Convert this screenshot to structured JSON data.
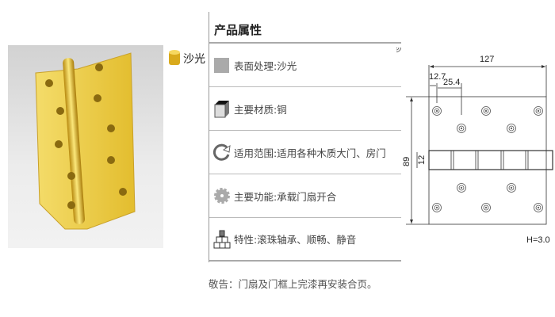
{
  "product": {
    "finish_swatch_label": "沙光"
  },
  "attributes": {
    "title": "产品属性",
    "rows": [
      {
        "icon": "color-swatch-icon",
        "text": "表面处理:沙光"
      },
      {
        "icon": "cube-icon",
        "text": "主要材质:铜"
      },
      {
        "icon": "rotate-arrow-icon",
        "text": "适用范围:适用各种木质大门、房门"
      },
      {
        "icon": "gear-icon",
        "text": "主要功能:承载门扇开合"
      },
      {
        "icon": "stacked-blocks-icon",
        "text": "特性:滚珠轴承、顺畅、静音"
      }
    ],
    "note": "敬告：门扇及门框上完漆再安装合页。"
  },
  "drawing": {
    "width_dim": "127",
    "hole_offset_dim": "12.7",
    "hole_spacing_dim": "25.4",
    "height_dim": "89",
    "knuckle_dim": "12",
    "thickness": "H=3.0"
  },
  "colors": {
    "gold": "#e8c23a",
    "gray": "#aaaaaa"
  }
}
